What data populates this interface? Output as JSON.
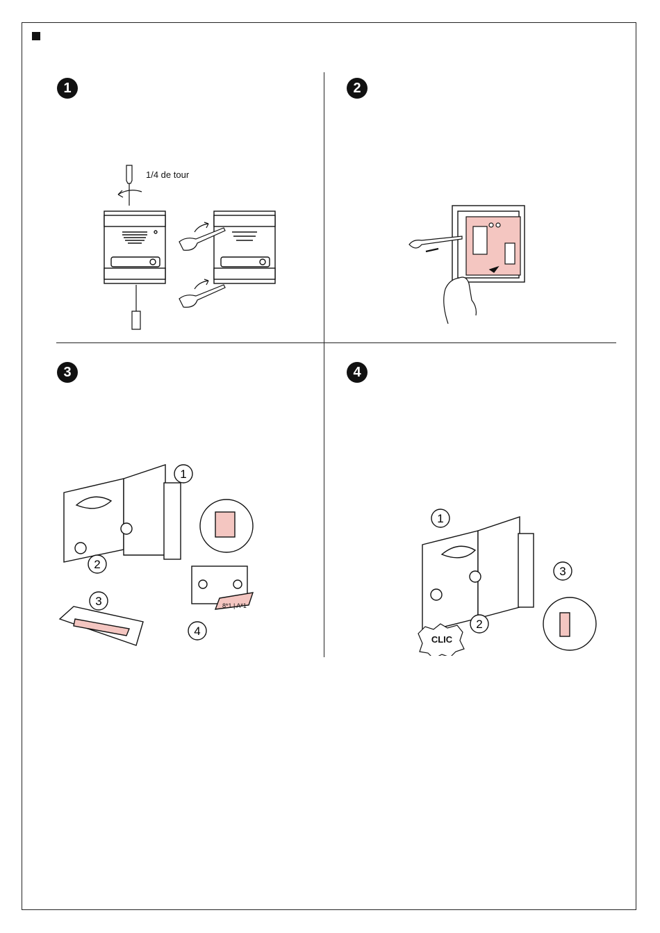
{
  "steps": [
    {
      "number": "1",
      "caption": "1/4 de tour"
    },
    {
      "number": "2"
    },
    {
      "number": "3",
      "callouts": [
        "1",
        "2",
        "3",
        "4"
      ],
      "label_text": "8*1 | A*1"
    },
    {
      "number": "4",
      "callouts": [
        "1",
        "2",
        "3"
      ],
      "sound_label": "CLIC"
    }
  ],
  "colors": {
    "ink": "#111111",
    "highlight": "#f4c6c1"
  }
}
